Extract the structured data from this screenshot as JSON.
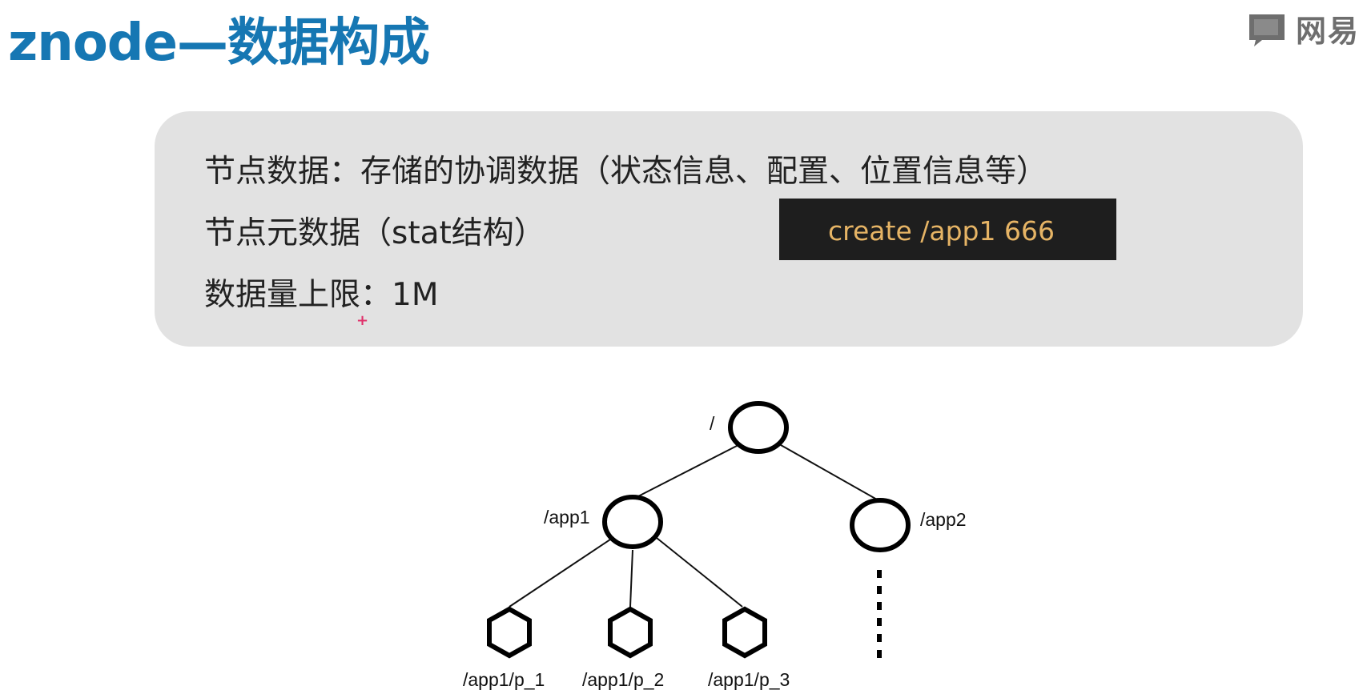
{
  "slide": {
    "title": "znode—数据构成",
    "logo_text": "网易",
    "lines": [
      "节点数据：存储的协调数据（状态信息、配置、位置信息等）",
      "节点元数据（stat结构）",
      "数据量上限：1M"
    ],
    "command": "create /app1 666"
  },
  "tree": {
    "root": "/",
    "app1": "/app1",
    "app2": "/app2",
    "leaves": [
      "/app1/p_1",
      "/app1/p_2",
      "/app1/p_3"
    ]
  },
  "colors": {
    "title": "#1677b3",
    "panel": "#e2e2e2",
    "command_bg": "#1e1e1e",
    "command_text": "#e6b465"
  }
}
